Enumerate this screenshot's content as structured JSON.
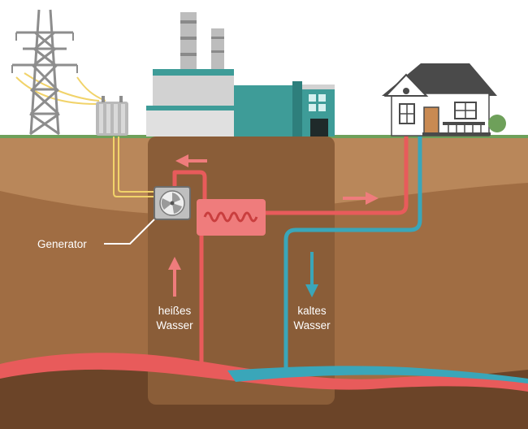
{
  "labels": {
    "generator": "Generator",
    "hot_water_line1": "heißes",
    "hot_water_line2": "Wasser",
    "cold_water_line1": "kaltes",
    "cold_water_line2": "Wasser"
  },
  "colors": {
    "sky": "#ffffff",
    "topsoil": "#b9875a",
    "midsoil": "#a06d43",
    "deepsoil": "#6b4428",
    "shaft": "#8a5d38",
    "hot": "#e85b5b",
    "cold": "#3aa6b9",
    "grass": "#6ea05a",
    "teal_building": "#3e9c98",
    "grey_building": "#c9c9c9",
    "roof": "#4a4a4a",
    "cable": "#f1d36a"
  },
  "icons": {
    "power_tower": "pylon-icon",
    "transformer": "transformer-icon",
    "plant": "power-plant-icon",
    "house": "house-icon",
    "generator": "fan-icon",
    "heat_exchanger": "heat-exchanger-icon"
  }
}
